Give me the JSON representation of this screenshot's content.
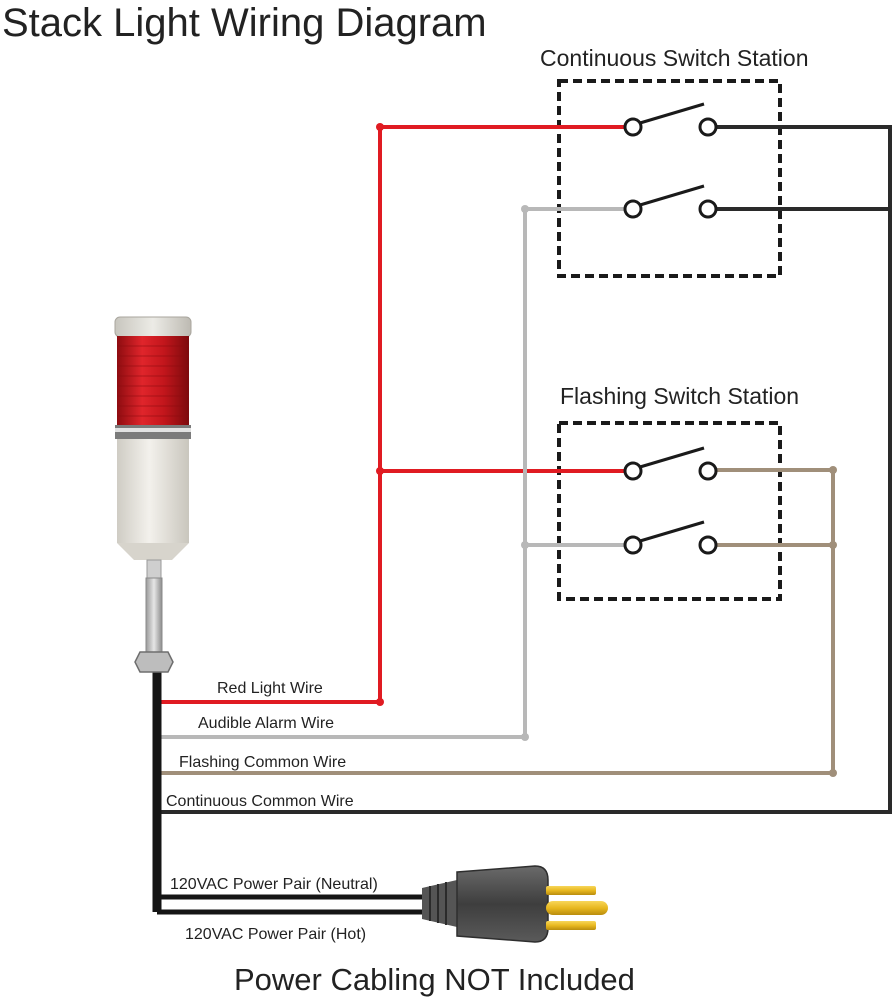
{
  "title": "Stack Light Wiring Diagram",
  "stations": {
    "continuous": "Continuous Switch Station",
    "flashing": "Flashing Switch Station"
  },
  "wires": {
    "red_light": "Red Light Wire",
    "audible_alarm": "Audible Alarm Wire",
    "flashing_common": "Flashing Common Wire",
    "continuous_common": "Continuous Common Wire",
    "power_neutral": "120VAC Power Pair (Neutral)",
    "power_hot": "120VAC Power Pair (Hot)"
  },
  "footer": "Power Cabling NOT Included",
  "colors": {
    "red_wire": "#e01b22",
    "gray_wire": "#b8b8b8",
    "tan_wire": "#a08f7a",
    "black_wire": "#2a2a2a",
    "lamp_red": "#c3161c",
    "plug_body": "#4a4a4a",
    "prong_gold": "#e8b81f"
  },
  "icons": [
    "stack-light-icon",
    "switch-icon",
    "power-plug-icon"
  ]
}
